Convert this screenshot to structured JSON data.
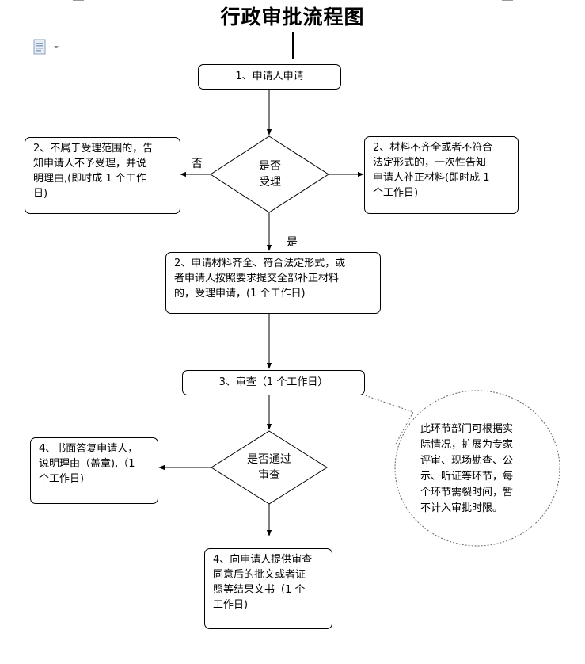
{
  "title": "行政审批流程图",
  "nodes": {
    "step1": "1、申请人申请",
    "reject_left": "2、不属于受理范围的，告\n知申请人不予受理，并说\n明理由,(即时成 1 个工作\n日)",
    "reject_right": "2、材料不齐全或者不符合\n法定形式的，一次性告知\n申请人补正材料(即时成 1\n个工作日)",
    "decision_accept": "是否\n受理",
    "accept": "2、申请材料齐全、符合法定形式，或\n者申请人按照要求提交全部补正材料\n的，受理申请，(1 个工作日)",
    "review": "3、审查（1 个工作日）",
    "decision_pass": "是否通过\n审查",
    "reply_left": "4、书面答复申请人，\n说明理由（盖章),（1\n个工作日)",
    "result": "4、向申请人提供审查\n同意后的批文或者证\n照等结果文书（1 个\n工作日)"
  },
  "edge_labels": {
    "no": "否",
    "yes": "是"
  },
  "note": "此环节部门可根据实\n际情况，扩展为专家\n评审、现场勘查、公\n示、听证等环节，每\n个环节需裂时间，暂\n不计入审批时限。"
}
